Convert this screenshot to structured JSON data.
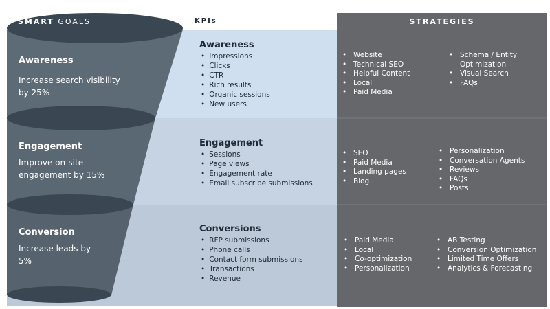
{
  "headers": {
    "smart_bold": "SMART",
    "smart_rest": " GOALS",
    "kpis": "KPIs",
    "strategies": "STRATEGIES"
  },
  "colors": {
    "funnel": "#5d6b77",
    "kpi_band_1": "#cfdff0",
    "kpi_band_2": "#c5d3e3",
    "kpi_band_3": "#bcc9d9",
    "strategy_panel": "#65676b"
  },
  "goals": [
    {
      "title": "Awareness",
      "desc": "Increase search visibility by 25%"
    },
    {
      "title": "Engagement",
      "desc": "Improve on-site engagement by 15%"
    },
    {
      "title": "Conversion",
      "desc": "Increase leads by 5%"
    }
  ],
  "kpis": [
    {
      "title": "Awareness",
      "items": [
        "Impressions",
        "Clicks",
        "CTR",
        "Rich results",
        "Organic sessions",
        "New users"
      ]
    },
    {
      "title": "Engagement",
      "items": [
        "Sessions",
        "Page views",
        "Engagement rate",
        "Email subscribe submissions"
      ]
    },
    {
      "title": "Conversions",
      "items": [
        "RFP submissions",
        "Phone calls",
        "Contact form submissions",
        "Transactions",
        "Revenue"
      ]
    }
  ],
  "strategies": [
    {
      "left": [
        "Website",
        "Technical SEO",
        "Helpful Content",
        "Local",
        "Paid Media"
      ],
      "right": [
        "Schema / Entity Optimization",
        "Visual Search",
        "FAQs"
      ]
    },
    {
      "left": [
        "SEO",
        "Paid Media",
        "Landing pages",
        "Blog"
      ],
      "right": [
        "Personalization",
        "Conversation Agents",
        "Reviews",
        "FAQs",
        "Posts"
      ]
    },
    {
      "left": [
        "Paid Media",
        "Local",
        "Co-optimization",
        "Personalization"
      ],
      "right": [
        "AB Testing",
        "Conversion Optimization",
        "Limited Time Offers",
        "Analytics & Forecasting"
      ]
    }
  ]
}
